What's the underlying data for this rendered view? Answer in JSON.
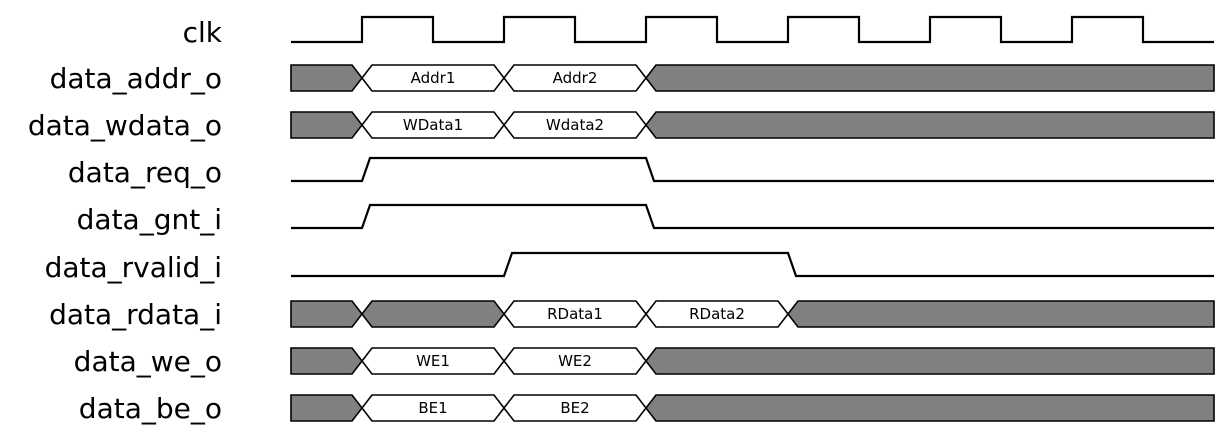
{
  "colors": {
    "line": "#000000",
    "undefined_fill": "#808080",
    "valid_fill": "#ffffff",
    "background": "#ffffff"
  },
  "signals": [
    {
      "name": "clk",
      "kind": "clock",
      "cycles": 6,
      "start_low_periods": 1,
      "note": "starts low, rises at each of 6 cycle boundaries, ends low"
    },
    {
      "name": "data_addr_o",
      "kind": "bus",
      "segments": [
        {
          "state": "x"
        },
        {
          "state": "value",
          "label": "Addr1"
        },
        {
          "state": "value",
          "label": "Addr2"
        },
        {
          "state": "x"
        }
      ]
    },
    {
      "name": "data_wdata_o",
      "kind": "bus",
      "segments": [
        {
          "state": "x"
        },
        {
          "state": "value",
          "label": "WData1"
        },
        {
          "state": "value",
          "label": "Wdata2"
        },
        {
          "state": "x"
        }
      ]
    },
    {
      "name": "data_req_o",
      "kind": "bit",
      "levels": [
        "low",
        "high",
        "high",
        "low",
        "low",
        "low",
        "low"
      ]
    },
    {
      "name": "data_gnt_i",
      "kind": "bit",
      "levels": [
        "low",
        "high",
        "high",
        "low",
        "low",
        "low",
        "low"
      ]
    },
    {
      "name": "data_rvalid_i",
      "kind": "bit",
      "levels": [
        "low",
        "low",
        "high",
        "high",
        "low",
        "low",
        "low"
      ]
    },
    {
      "name": "data_rdata_i",
      "kind": "bus",
      "segments": [
        {
          "state": "x"
        },
        {
          "state": "x"
        },
        {
          "state": "value",
          "label": "RData1"
        },
        {
          "state": "value",
          "label": "RData2"
        },
        {
          "state": "x"
        }
      ]
    },
    {
      "name": "data_we_o",
      "kind": "bus",
      "segments": [
        {
          "state": "x"
        },
        {
          "state": "value",
          "label": "WE1"
        },
        {
          "state": "value",
          "label": "WE2"
        },
        {
          "state": "x"
        }
      ]
    },
    {
      "name": "data_be_o",
      "kind": "bus",
      "segments": [
        {
          "state": "x"
        },
        {
          "state": "value",
          "label": "BE1"
        },
        {
          "state": "value",
          "label": "BE2"
        },
        {
          "state": "x"
        }
      ]
    }
  ]
}
